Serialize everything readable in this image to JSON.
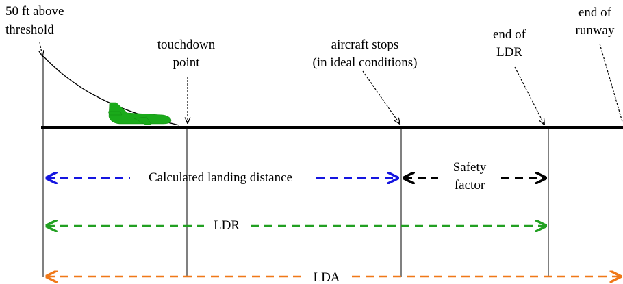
{
  "labels": {
    "threshold_line1": "50 ft above",
    "threshold_line2": "threshold",
    "touchdown_line1": "touchdown",
    "touchdown_line2": "point",
    "stops_line1": "aircraft stops",
    "stops_line2": "(in ideal conditions)",
    "end_ldr_line1": "end of",
    "end_ldr_line2": "LDR",
    "end_runway_line1": "end of",
    "end_runway_line2": "runway",
    "calculated": "Calculated landing distance",
    "safety_line1": "Safety",
    "safety_line2": "factor",
    "ldr": "LDR",
    "lda": "LDA"
  },
  "colors": {
    "calculated": "#1515e0",
    "safety": "#000000",
    "ldr": "#22a022",
    "lda": "#f07818",
    "aircraft": "#1aaa1a",
    "runway": "#000000"
  },
  "icons": {
    "aircraft": "airplane-icon"
  }
}
